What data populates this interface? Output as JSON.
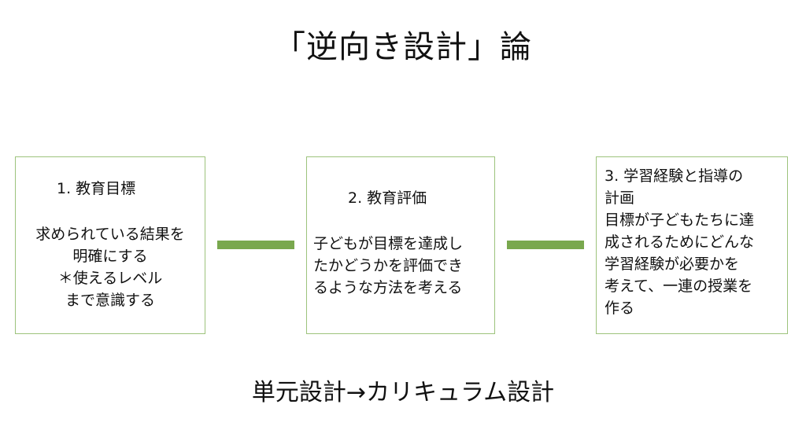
{
  "title": "「逆向き設計」論",
  "boxes": [
    {
      "heading": "1. 教育目標",
      "lines": [
        "求められている結果を",
        "明確にする",
        "＊使えるレベル",
        "まで意識する"
      ]
    },
    {
      "heading": "2. 教育評価",
      "lines": [
        "子どもが目標を達成し",
        "たかどうかを評価でき",
        "るような方法を考える"
      ]
    },
    {
      "heading": "3. 学習経験と指導の",
      "lines": [
        "計画",
        "目標が子どもたちに達",
        "成されるためにどんな",
        "学習経験が必要かを",
        "考えて、一連の授業を",
        "作る"
      ]
    }
  ],
  "footer": "単元設計→カリキュラム設計",
  "colors": {
    "box_border": "#9dc37c",
    "connector": "#79a84e"
  }
}
